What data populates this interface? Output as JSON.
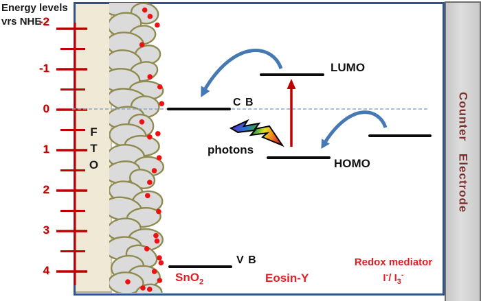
{
  "palette": {
    "axis_red": "#C00000",
    "label_red": "#E31E25",
    "arrow_blue": "#4678B4",
    "box_border": "#31538C",
    "fto_fill": "#EFE9D6",
    "particle_fill": "#DBDBDB",
    "particle_stroke": "#8F8A4F",
    "dot_red": "#EE1111",
    "counter_border": "#6E6E6E",
    "counter_text": "#7B3030",
    "dashed_blue": "#7FA8D9",
    "level_black": "#0B0B0B",
    "red_arrow": "#C00000"
  },
  "axis": {
    "title_line1": "Energy levels",
    "title_line2": "vrs NHE",
    "unit_ticks": [
      "-2",
      "-1",
      "0",
      "1",
      "2",
      "3",
      "4"
    ]
  },
  "fto": {
    "letters": [
      "F",
      "T",
      "O"
    ]
  },
  "levels": {
    "cb": "C B",
    "vb": "V B",
    "lumo": "LUMO",
    "homo": "HOMO"
  },
  "materials": {
    "sno2_base": "SnO",
    "sno2_sub": "2",
    "eosin": "Eosin-Y",
    "redox_title": "Redox mediator",
    "redox_i": "I",
    "redox_i_sup": "-",
    "redox_mid": "/ I",
    "redox_sub": "3",
    "redox_sup": "-"
  },
  "annotations": {
    "photons": "photons",
    "counter_electrode": "Counter Electrode"
  }
}
